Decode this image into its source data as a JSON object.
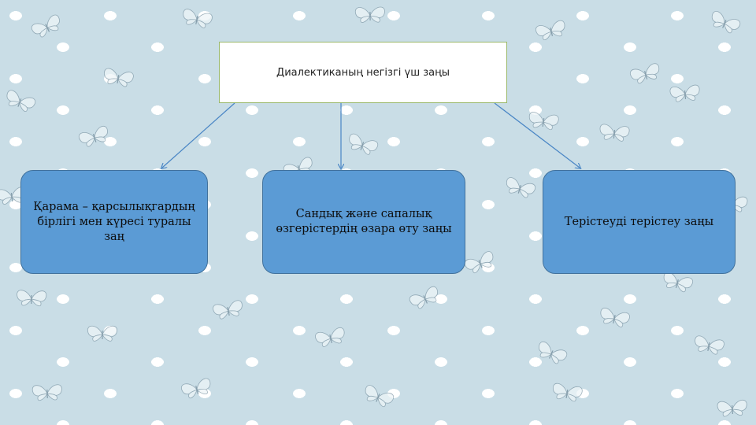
{
  "diagram": {
    "title": "Диалектиканың негізгі үш заңы",
    "nodes": [
      {
        "id": "left",
        "lines": [
          "Қарама – қарсылықгардың",
          "бірлігі мен күресі туралы",
          "заң"
        ]
      },
      {
        "id": "center",
        "lines": [
          "Сандық және сапалық",
          "өзгерістердің өзара өту заңы"
        ]
      },
      {
        "id": "right",
        "lines": [
          "Терістеуді терістеу заңы"
        ]
      }
    ]
  },
  "colors": {
    "background": "#c9dde6",
    "node_fill": "#5b9bd5",
    "node_border": "#41719c",
    "connector": "#4a86c5",
    "title_border": "#9ab86a"
  }
}
